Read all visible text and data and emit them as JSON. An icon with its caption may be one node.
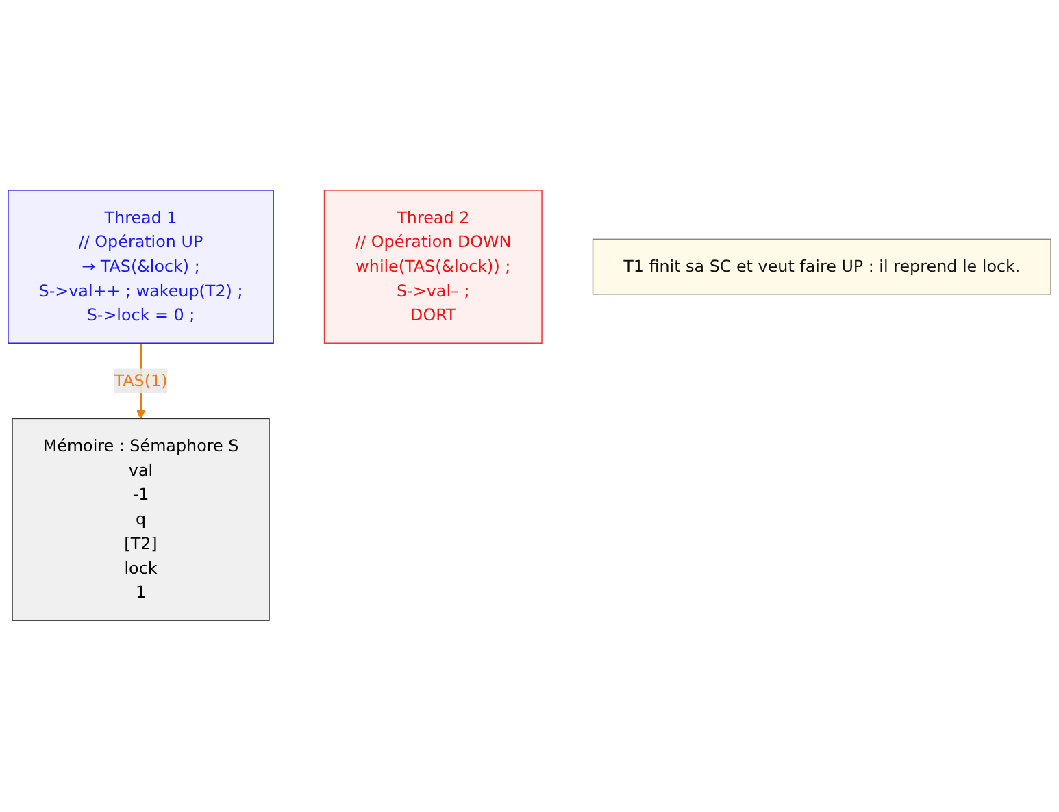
{
  "diagram": {
    "nodes": [
      {
        "text": [
          "Mémoire : Sémaphore S",
          "val",
          "-1",
          "q",
          "[T2]",
          "lock",
          "1"
        ]
      },
      {
        "text": [
          "Thread 1",
          "// Opération UP",
          "→ TAS(&lock) ;",
          "S->val++ ; wakeup(T2) ;",
          "S->lock = 0 ;"
        ]
      },
      {
        "text": [
          "Thread 2",
          "// Opération DOWN",
          "while(TAS(&lock)) ;",
          "S->val– ;",
          "DORT"
        ]
      },
      {
        "text": [
          "T1 finit sa SC et veut faire UP : il reprend le lock."
        ]
      }
    ],
    "edges": [
      {
        "from": 1,
        "to": 0,
        "arrow": "to",
        "label": "TAS(1)",
        "color": "#e87d0d"
      }
    ]
  }
}
